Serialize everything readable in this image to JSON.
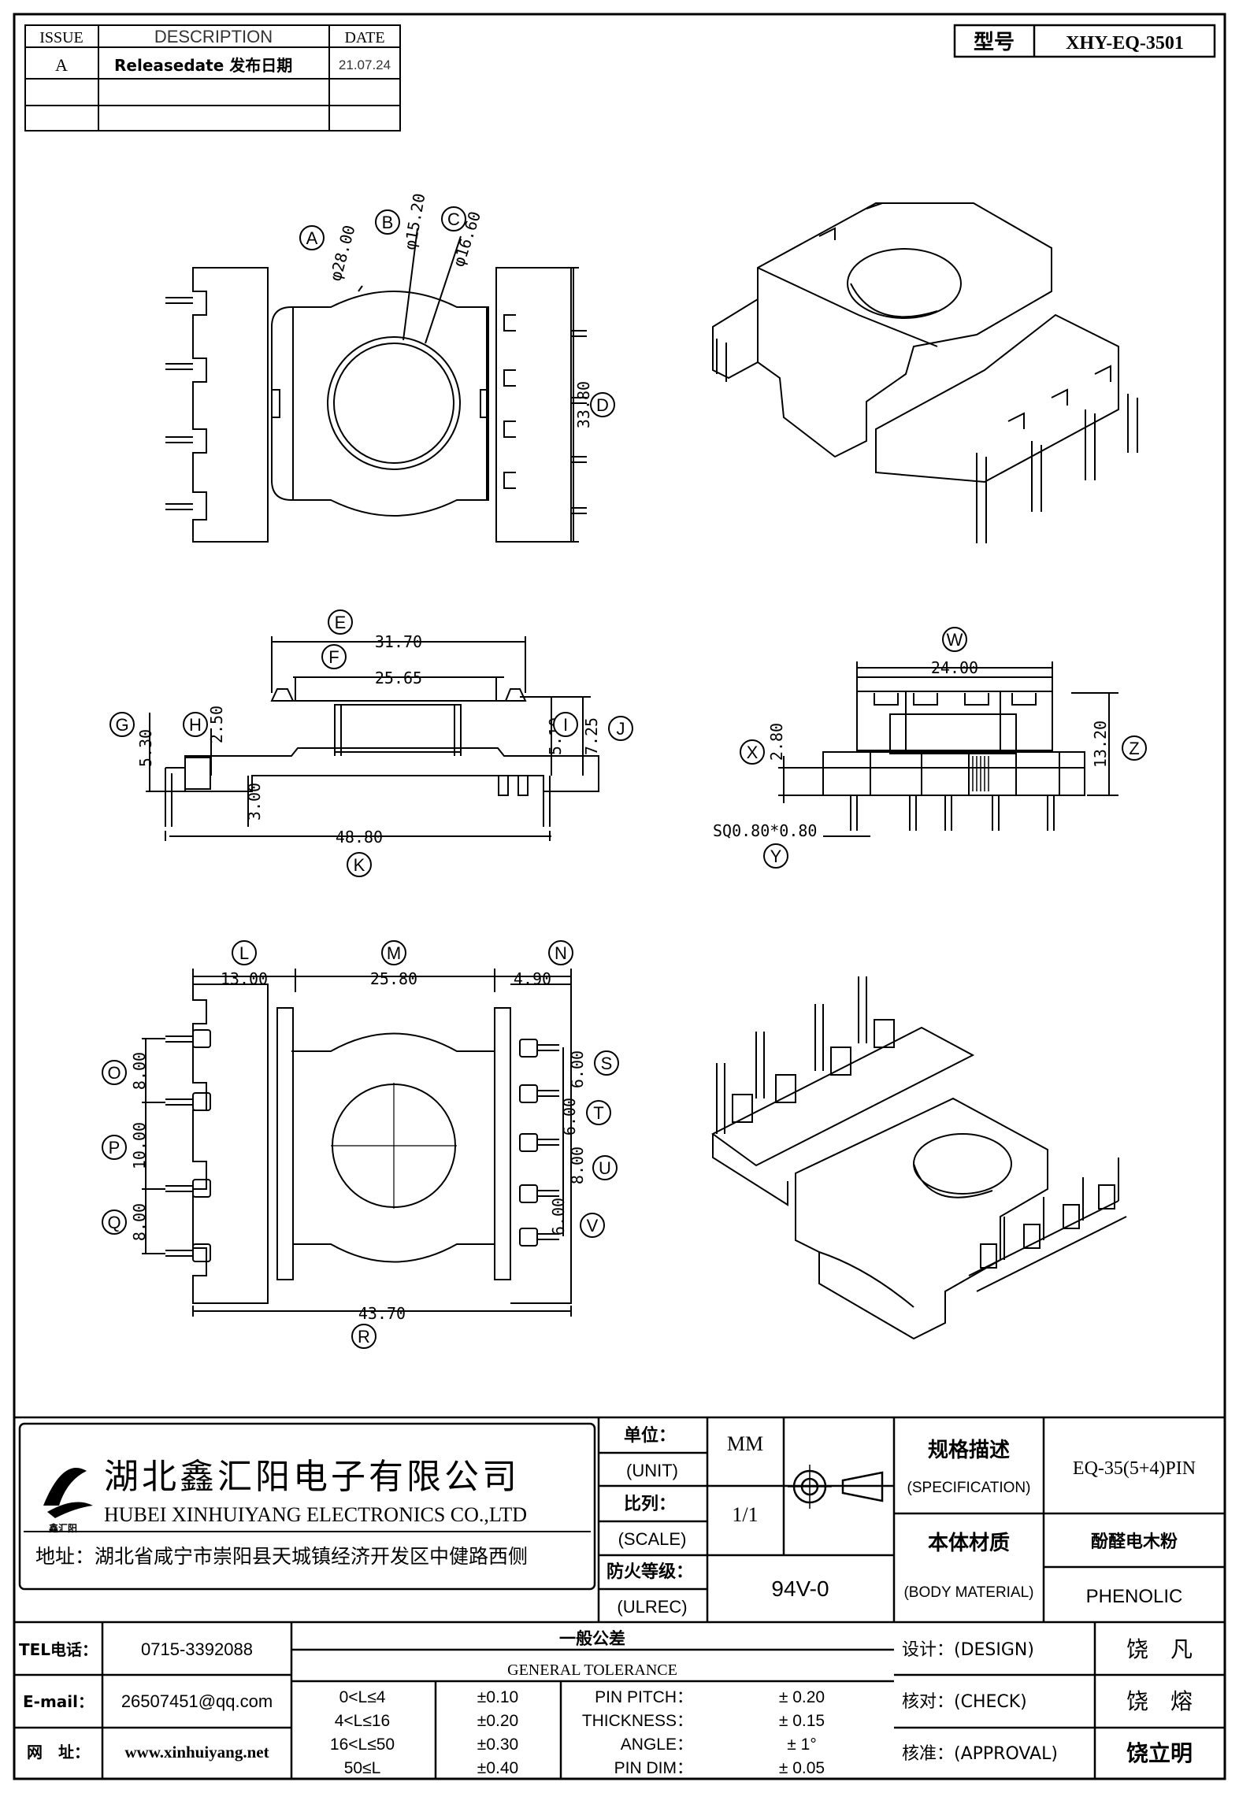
{
  "revision_table": {
    "headers": [
      "ISSUE",
      "DESCRIPTION",
      "DATE"
    ],
    "rows": [
      {
        "issue": "A",
        "description": "Releasedate 发布日期",
        "date": "21.07.24"
      }
    ]
  },
  "part_number": {
    "label": "型号",
    "value": "XHY-EQ-3501"
  },
  "dimensions": {
    "A": "φ28.00",
    "B": "φ15.20",
    "C": "φ16.60",
    "D": "33.80",
    "E": "31.70",
    "F": "25.65",
    "G": "5.30",
    "H": "2.50",
    "I": "5.10",
    "J": "7.25",
    "K": "48.80",
    "H2": "3.00",
    "W": "24.00",
    "X": "2.80",
    "Y": "SQ0.80*0.80",
    "Z": "13.20",
    "L": "13.00",
    "M": "25.80",
    "N": "4.90",
    "O": "8.00",
    "P": "10.00",
    "Q": "8.00",
    "S": "6.00",
    "T": "6.00",
    "U": "8.00",
    "V": "6.00",
    "R": "43.70"
  },
  "company": {
    "name_cn": "湖北鑫汇阳电子有限公司",
    "name_en": "HUBEI XINHUIYANG ELECTRONICS CO.,LTD",
    "logo_text": "鑫汇阳",
    "address": "地址：湖北省咸宁市崇阳县天城镇经济开发区中健路西侧"
  },
  "title_block": {
    "unit_label_cn": "单位：",
    "unit_label_en": "(UNIT)",
    "unit_value": "MM",
    "scale_label_cn": "比列：",
    "scale_label_en": "(SCALE)",
    "scale_value": "1/1",
    "fire_label_cn": "防火等级：",
    "fire_label_en": "(ULREC)",
    "fire_value": "94V-0",
    "spec_label_cn": "规格描述",
    "spec_label_en": "(SPECIFICATION)",
    "spec_value": "EQ-35(5+4)PIN",
    "material_label_cn": "本体材质",
    "material_label_en": "(BODY MATERIAL)",
    "material_value_cn": "酚醛电木粉",
    "material_value_en": "PHENOLIC"
  },
  "contact": {
    "tel_label": "TEL电话：",
    "tel": "0715-3392088",
    "email_label": "E-mail：",
    "email": "26507451@qq.com",
    "web_label": "网　址：",
    "web": "www.xinhuiyang.net"
  },
  "tolerance": {
    "title_cn": "一般公差",
    "title_en": "GENERAL TOLERANCE",
    "rows": [
      {
        "range": "0<L≤4",
        "tol": "±0.10",
        "item": "PIN PITCH：",
        "value": "±  0.20"
      },
      {
        "range": "4<L≤16",
        "tol": "±0.20",
        "item": "THICKNESS：",
        "value": "±  0.15"
      },
      {
        "range": "16<L≤50",
        "tol": "±0.30",
        "item": "ANGLE：",
        "value": "±  1°"
      },
      {
        "range": "50≤L",
        "tol": "±0.40",
        "item": "PIN DIM：",
        "value": "±  0.05"
      }
    ]
  },
  "signoff": {
    "design_label": "设计：(DESIGN)",
    "design_name": "饶　凡",
    "check_label": "核对：(CHECK)",
    "check_name": "饶　熔",
    "approval_label": "核准：(APPROVAL)",
    "approval_name": "饶立明"
  },
  "colors": {
    "line": "#000000",
    "background": "#ffffff"
  }
}
